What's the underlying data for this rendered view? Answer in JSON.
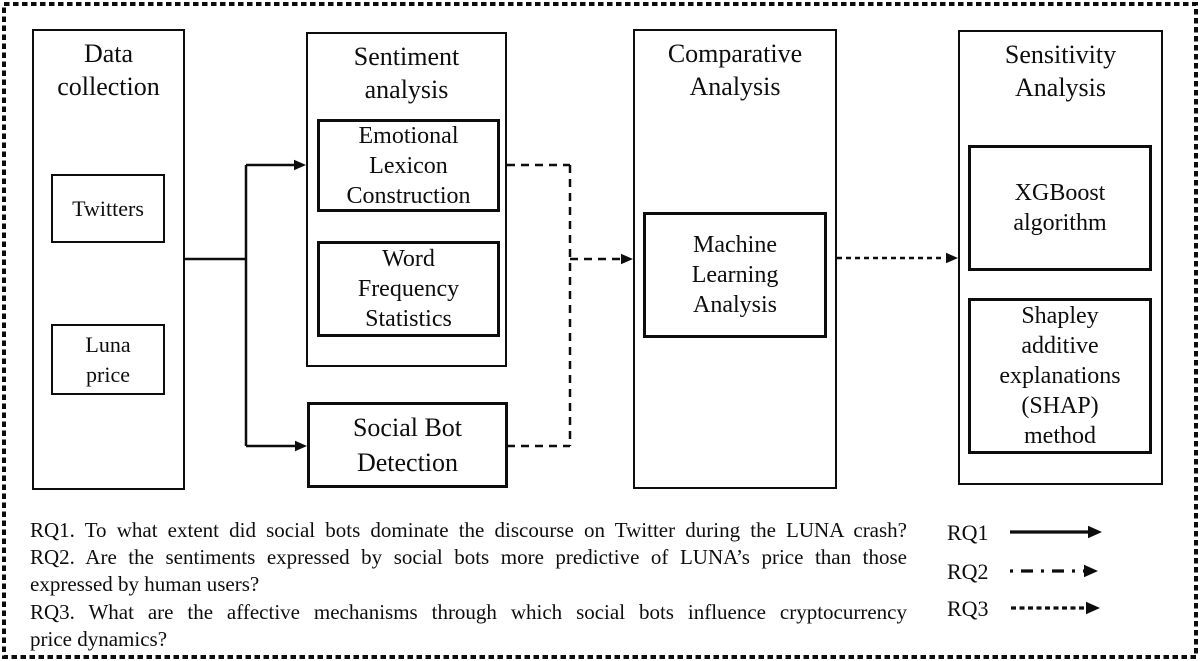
{
  "figure": {
    "type": "research-framework-flowchart",
    "colors": {
      "ink": "#0d0d0d",
      "background": "#ffffff"
    }
  },
  "stages": {
    "data_collection": {
      "title_lines": [
        "Data",
        "collection"
      ]
    },
    "sentiment": {
      "title_lines": [
        "Sentiment",
        "analysis"
      ]
    },
    "comparative": {
      "title_lines": [
        "Comparative",
        "Analysis"
      ]
    },
    "sensitivity": {
      "title_lines": [
        "Sensitivity",
        "Analysis"
      ]
    }
  },
  "boxes": {
    "twitters": {
      "lines": [
        "Twitters"
      ]
    },
    "luna_price": {
      "lines": [
        "Luna",
        "price"
      ]
    },
    "emotional_lexicon": {
      "lines": [
        "Emotional",
        "Lexicon",
        "Construction"
      ]
    },
    "word_frequency": {
      "lines": [
        "Word",
        "Frequency",
        "Statistics"
      ]
    },
    "social_bot": {
      "lines": [
        "Social Bot",
        "Detection"
      ]
    },
    "machine_learning": {
      "lines": [
        "Machine",
        "Learning",
        "Analysis"
      ]
    },
    "xgboost": {
      "lines": [
        "XGBoost",
        "algorithm"
      ]
    },
    "shap": {
      "lines": [
        "Shapley",
        "additive",
        "explanations",
        "(SHAP)",
        "method"
      ]
    }
  },
  "research_questions": {
    "lines": [
      "RQ1. To what extent did social bots dominate the discourse on Twitter during the LUNA crash?",
      "RQ2. Are the sentiments expressed by social bots more predictive of LUNA’s price than those",
      "expressed by human users?",
      "RQ3. What are the affective mechanisms through which social bots influence cryptocurrency",
      "price dynamics?"
    ]
  },
  "legend": {
    "items": [
      {
        "label": "RQ1",
        "line_style": "solid"
      },
      {
        "label": "RQ2",
        "line_style": "dashed"
      },
      {
        "label": "RQ3",
        "line_style": "fine-dashed"
      }
    ]
  }
}
